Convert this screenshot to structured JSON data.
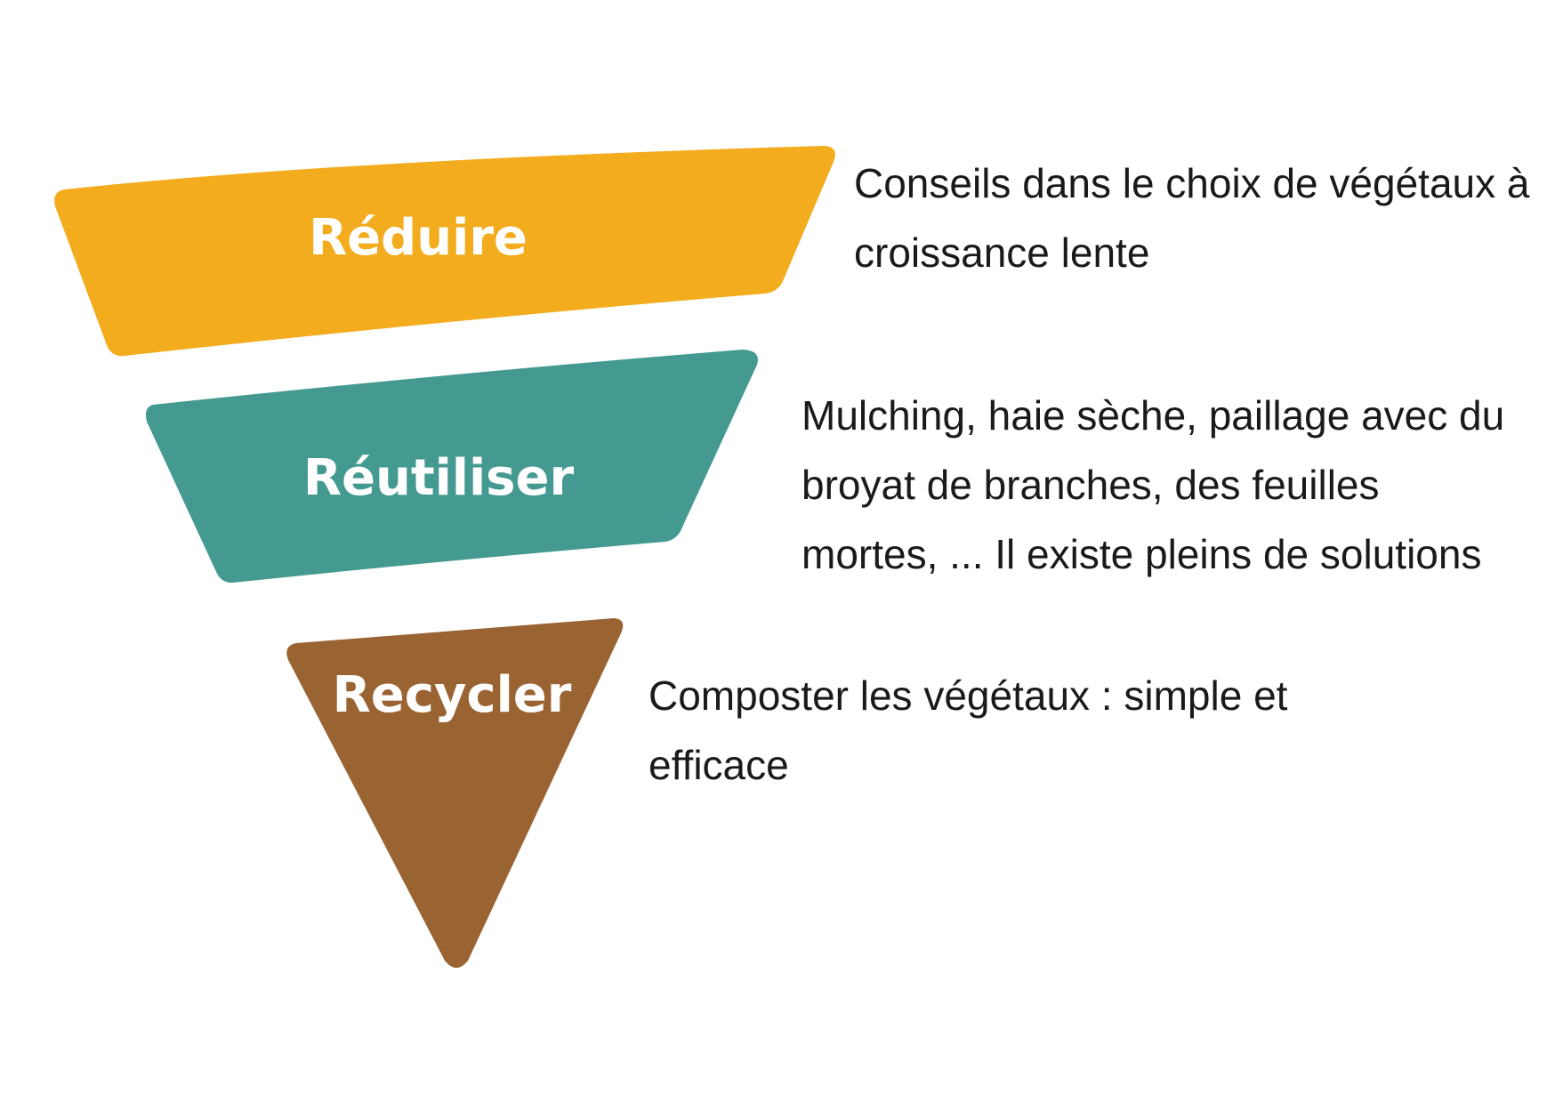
{
  "colors": {
    "reduire": "#F2AC1E",
    "reutiliser": "#449A91",
    "recycler": "#9A6332",
    "label_text": "#FFFFFF",
    "description_text": "#1A1A1A"
  },
  "tiers": [
    {
      "key": "reduire",
      "label": "Réduire",
      "description": "Conseils dans le choix de végétaux à croissance lente"
    },
    {
      "key": "reutiliser",
      "label": "Réutiliser",
      "description": "Mulching, haie sèche, paillage avec du broyat de branches, des feuilles mortes, ... Il existe pleins de solutions"
    },
    {
      "key": "recycler",
      "label": "Recycler",
      "description": "Composter les végétaux : simple et efficace"
    }
  ]
}
